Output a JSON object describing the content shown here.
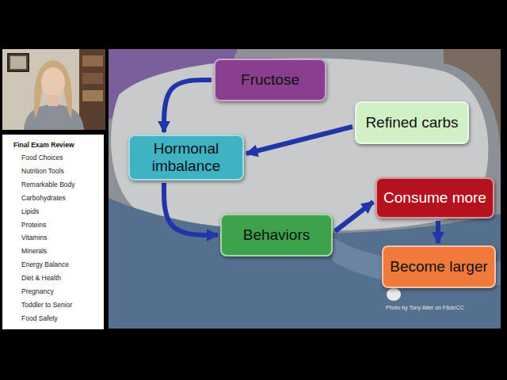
{
  "diagram": {
    "title": "Final Exam Review",
    "nodes": [
      {
        "text": [
          "Fructose"
        ]
      },
      {
        "text": [
          "Refined carbs"
        ]
      },
      {
        "text": [
          "Hormonal imbalance"
        ]
      },
      {
        "text": [
          "Behaviors"
        ]
      },
      {
        "text": [
          "Consume more"
        ]
      },
      {
        "text": [
          "Become larger"
        ]
      }
    ],
    "edges": [
      {
        "from": 0,
        "to": 2,
        "arrow": "to"
      },
      {
        "from": 1,
        "to": 2,
        "arrow": "to"
      },
      {
        "from": 2,
        "to": 3,
        "arrow": "to"
      },
      {
        "from": 3,
        "to": 4,
        "arrow": "to"
      },
      {
        "from": 4,
        "to": 5,
        "arrow": "to"
      }
    ],
    "labels": [
      "Food Choices",
      "Nutrition Tools",
      "Remarkable Body",
      "Carbohydrates",
      "Lipids",
      "Proteins",
      "Vitamins",
      "Minerals",
      "Energy Balance",
      "Diet & Health",
      "Pregnancy",
      "Toddler to Senior",
      "Food Safety",
      "Photo by Tony Alter on FlickrCC"
    ]
  }
}
